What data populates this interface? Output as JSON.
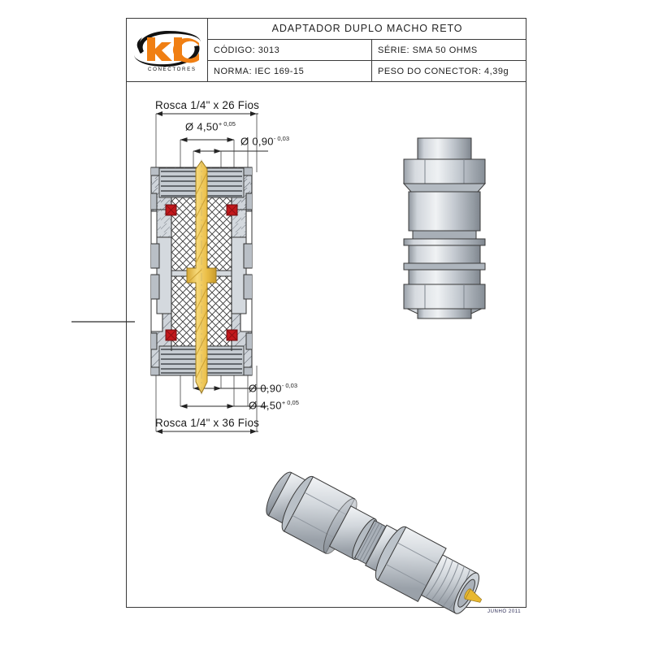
{
  "document": {
    "type": "technical-drawing",
    "sheet_background": "#ffffff",
    "frame_color": "#3a3a3a"
  },
  "title_block": {
    "logo": {
      "brand": "klc",
      "tagline": "CONECTORES",
      "brand_color": "#F07F13",
      "swoosh_color": "#111111"
    },
    "title": "ADAPTADOR  DUPLO MACHO  RETO",
    "codigo": "CÓDIGO: 3013",
    "serie": "SÉRIE: SMA 50 OHMS",
    "norma": "NORMA: IEC 169-15",
    "peso": "PESO DO CONECTOR: 4,39g"
  },
  "annotations": {
    "rosca_top": "Rosca 1/4\" x 26 Fios",
    "rosca_bottom": "Rosca 1/4\" x 36 Fios",
    "dim_top_outer_value": "Ø 4,50",
    "dim_top_outer_tol": "+ 0,05",
    "dim_top_inner_value": "Ø 0,90",
    "dim_top_inner_tol": "- 0,03",
    "dim_bottom_inner_value": "Ø 0,90",
    "dim_bottom_inner_tol": "- 0,03",
    "dim_bottom_outer_value": "Ø 4,50",
    "dim_bottom_outer_tol": "+ 0,05",
    "date_stamp": "JUNHO 2011"
  },
  "views": {
    "section_view": {
      "name": "cross-section-view",
      "colors": {
        "metal_light": "#d9dde2",
        "metal_mid": "#b9bfc7",
        "metal_dark": "#8d949c",
        "dielectric": "#ffffff",
        "hatch": "#3a3a3a",
        "center_pin": "#F2C75C",
        "center_pin_dark": "#D6A732",
        "oring": "#C2181C",
        "outline": "#333333"
      }
    },
    "front_view": {
      "name": "front-elevation-view",
      "colors": {
        "metal_light": "#e8ebee",
        "metal_mid": "#c4cad1",
        "metal_dark": "#8f979f",
        "outline": "#3a3a3a"
      }
    },
    "iso_view": {
      "name": "isometric-3d-view",
      "colors": {
        "metal_light": "#e6e9ec",
        "metal_mid": "#c2c8ce",
        "metal_dark": "#939aa2",
        "center_pin": "#E8B830",
        "outline": "#3a3a3a"
      }
    }
  }
}
